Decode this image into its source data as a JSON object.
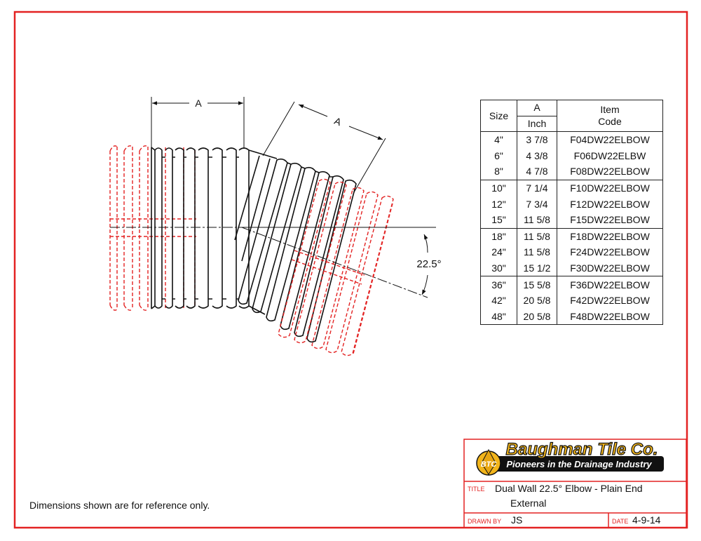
{
  "drawing": {
    "dimension_label_a": "A",
    "angle_label": "22.5°",
    "note": "Dimensions shown are for reference only."
  },
  "table": {
    "headers": {
      "size": "Size",
      "a": "A",
      "a_unit": "Inch",
      "item_code": "Item\nCode"
    },
    "rows": [
      {
        "size": "4\"",
        "a": "3 7/8",
        "code": "F04DW22ELBOW"
      },
      {
        "size": "6\"",
        "a": "4 3/8",
        "code": "F06DW22ELBW"
      },
      {
        "size": "8\"",
        "a": "4 7/8",
        "code": "F08DW22ELBOW"
      },
      {
        "size": "10\"",
        "a": "7 1/4",
        "code": "F10DW22ELBOW"
      },
      {
        "size": "12\"",
        "a": "7 3/4",
        "code": "F12DW22ELBOW"
      },
      {
        "size": "15\"",
        "a": "11 5/8",
        "code": "F15DW22ELBOW"
      },
      {
        "size": "18\"",
        "a": "11 5/8",
        "code": "F18DW22ELBOW"
      },
      {
        "size": "24\"",
        "a": "11 5/8",
        "code": "F24DW22ELBOW"
      },
      {
        "size": "30\"",
        "a": "15 1/2",
        "code": "F30DW22ELBOW"
      },
      {
        "size": "36\"",
        "a": "15 5/8",
        "code": "F36DW22ELBOW"
      },
      {
        "size": "42\"",
        "a": "20 5/8",
        "code": "F42DW22ELBOW"
      },
      {
        "size": "48\"",
        "a": "20 5/8",
        "code": "F48DW22ELBOW"
      }
    ]
  },
  "titleblock": {
    "company": "Baughman Tile Co.",
    "tagline": "Pioneers in the Drainage Industry",
    "logo_badge": "BTC",
    "title_label": "TITLE",
    "title_line1": "Dual Wall 22.5° Elbow - Plain End",
    "title_line2": "External",
    "drawn_by_label": "DRAWN BY",
    "drawn_by": "JS",
    "date_label": "DATE",
    "date": "4-9-14"
  },
  "colors": {
    "border": "#e32222",
    "reference_pipe": "#e32222",
    "line": "#111111",
    "logo_gold": "#f2b51b"
  }
}
